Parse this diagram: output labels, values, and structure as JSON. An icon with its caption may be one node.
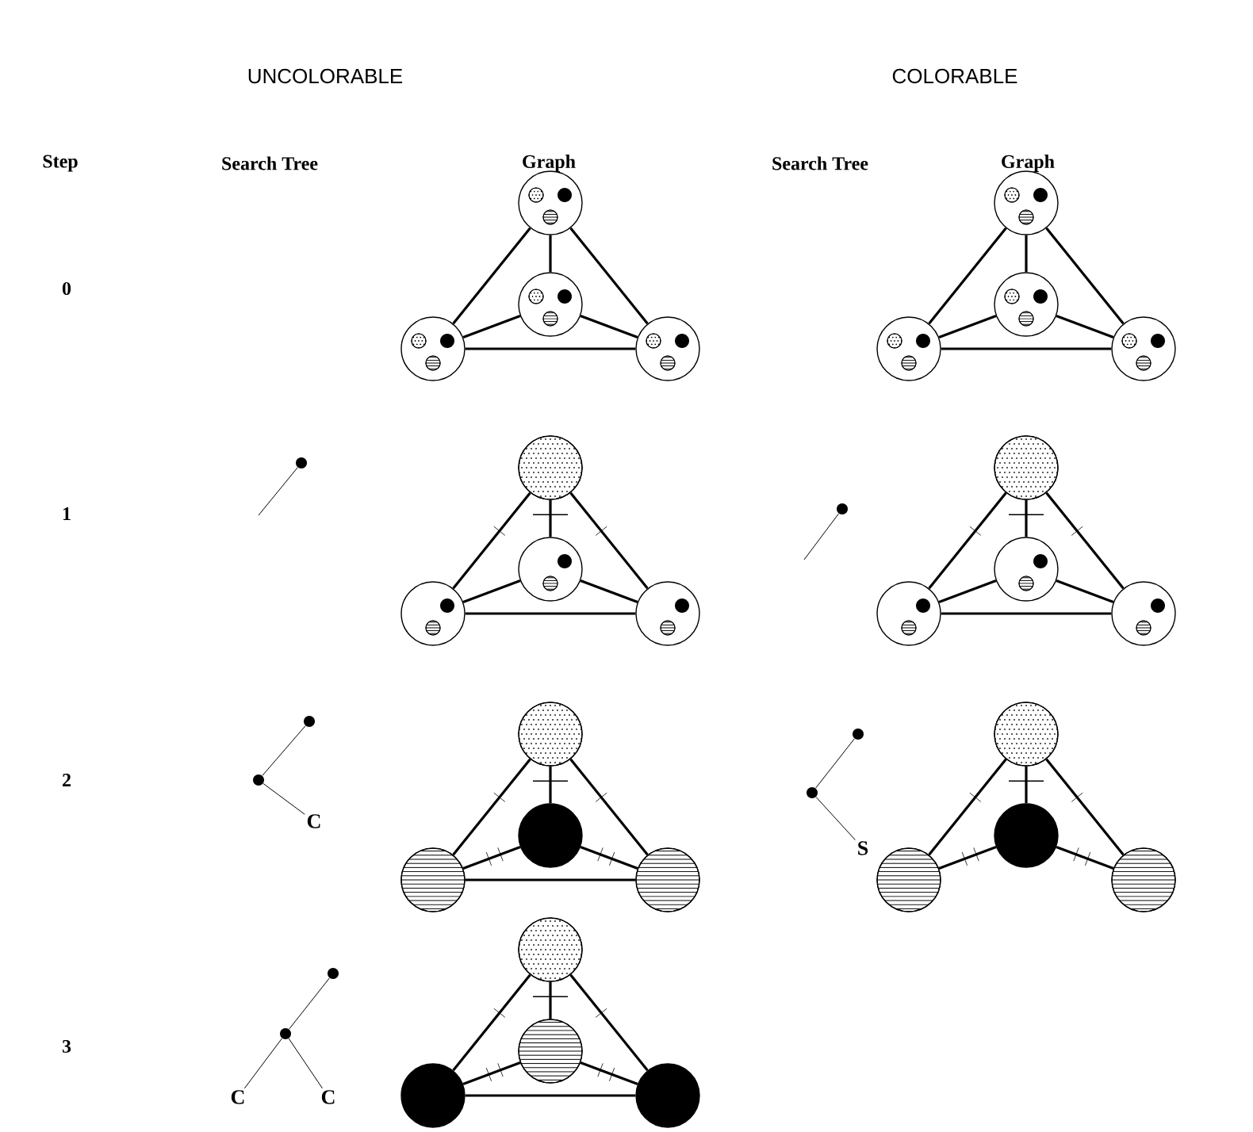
{
  "diagram": {
    "nodes": [
      {
        "text": [],
        "shape": "circle"
      },
      {
        "text": [],
        "shape": "circle"
      },
      {
        "text": [],
        "shape": "circle"
      },
      {
        "text": [],
        "shape": "circle"
      },
      {
        "text": [],
        "shape": "circle"
      },
      {
        "text": [],
        "shape": "circle"
      },
      {
        "text": [],
        "shape": "circle"
      },
      {
        "text": [],
        "shape": "circle"
      },
      {
        "text": [],
        "shape": "circle"
      },
      {
        "text": [],
        "shape": "circle"
      },
      {
        "text": [],
        "shape": "circle"
      },
      {
        "text": [],
        "shape": "circle"
      },
      {
        "text": [],
        "shape": "circle"
      },
      {
        "text": [],
        "shape": "circle"
      },
      {
        "text": [],
        "shape": "circle"
      },
      {
        "text": [],
        "shape": "circle"
      },
      {
        "text": [],
        "shape": "circle"
      },
      {
        "text": [],
        "shape": "circle"
      },
      {
        "text": [],
        "shape": "circle"
      },
      {
        "text": [],
        "shape": "circle"
      },
      {
        "text": [
          "C"
        ]
      },
      {
        "text": [],
        "shape": "circle"
      },
      {
        "text": [],
        "shape": "circle"
      },
      {
        "text": [],
        "shape": "circle"
      },
      {
        "text": [],
        "shape": "circle"
      },
      {
        "text": [],
        "shape": "circle"
      },
      {
        "text": [],
        "shape": "circle"
      },
      {
        "text": [
          "S"
        ]
      },
      {
        "text": [],
        "shape": "circle"
      },
      {
        "text": [],
        "shape": "circle"
      },
      {
        "text": [],
        "shape": "circle"
      },
      {
        "text": [],
        "shape": "circle"
      },
      {
        "text": [],
        "shape": "circle"
      },
      {
        "text": [],
        "shape": "circle"
      },
      {
        "text": [
          "C"
        ]
      },
      {
        "text": [
          "C"
        ]
      },
      {
        "text": [],
        "shape": "circle"
      },
      {
        "text": [],
        "shape": "circle"
      },
      {
        "text": [],
        "shape": "circle"
      },
      {
        "text": [],
        "shape": "circle"
      }
    ],
    "edges": [
      {
        "from": 0,
        "to": 1,
        "arrow": "none"
      },
      {
        "from": 0,
        "to": 2,
        "arrow": "none"
      },
      {
        "from": 0,
        "to": 3,
        "arrow": "none"
      },
      {
        "from": 1,
        "to": 2,
        "arrow": "none"
      },
      {
        "from": 1,
        "to": 3,
        "arrow": "none"
      },
      {
        "from": 2,
        "to": 3,
        "arrow": "none"
      },
      {
        "from": 4,
        "to": 5,
        "arrow": "none"
      },
      {
        "from": 4,
        "to": 6,
        "arrow": "none"
      },
      {
        "from": 4,
        "to": 7,
        "arrow": "none"
      },
      {
        "from": 5,
        "to": 6,
        "arrow": "none"
      },
      {
        "from": 5,
        "to": 7,
        "arrow": "none"
      },
      {
        "from": 6,
        "to": 7,
        "arrow": "none"
      },
      {
        "from": 8,
        "to": null,
        "arrow": "none"
      },
      {
        "from": 9,
        "to": 10,
        "arrow": "none"
      },
      {
        "from": 9,
        "to": 11,
        "arrow": "none"
      },
      {
        "from": 9,
        "to": 12,
        "arrow": "none"
      },
      {
        "from": 10,
        "to": 11,
        "arrow": "none"
      },
      {
        "from": 10,
        "to": 12,
        "arrow": "none"
      },
      {
        "from": 11,
        "to": 12,
        "arrow": "none"
      },
      {
        "from": 13,
        "to": null,
        "arrow": "none"
      },
      {
        "from": 14,
        "to": 15,
        "arrow": "none"
      },
      {
        "from": 14,
        "to": 16,
        "arrow": "none"
      },
      {
        "from": 14,
        "to": 17,
        "arrow": "none"
      },
      {
        "from": 15,
        "to": 16,
        "arrow": "none"
      },
      {
        "from": 15,
        "to": 17,
        "arrow": "none"
      },
      {
        "from": 16,
        "to": 17,
        "arrow": "none"
      },
      {
        "from": 18,
        "to": 19,
        "arrow": "none"
      },
      {
        "from": 19,
        "to": 20,
        "arrow": "none"
      },
      {
        "from": 21,
        "to": 22,
        "arrow": "none"
      },
      {
        "from": 21,
        "to": 23,
        "arrow": "none"
      },
      {
        "from": 21,
        "to": 24,
        "arrow": "none"
      },
      {
        "from": 22,
        "to": 23,
        "arrow": "none"
      },
      {
        "from": 22,
        "to": 24,
        "arrow": "none"
      },
      {
        "from": 23,
        "to": 24,
        "arrow": "none"
      },
      {
        "from": 25,
        "to": 26,
        "arrow": "none"
      },
      {
        "from": 26,
        "to": 27,
        "arrow": "none"
      },
      {
        "from": 28,
        "to": 29,
        "arrow": "none"
      },
      {
        "from": 28,
        "to": 30,
        "arrow": "none"
      },
      {
        "from": 28,
        "to": 31,
        "arrow": "none"
      },
      {
        "from": 29,
        "to": 30,
        "arrow": "none"
      },
      {
        "from": 29,
        "to": 31,
        "arrow": "none"
      },
      {
        "from": 32,
        "to": 33,
        "arrow": "none"
      },
      {
        "from": 33,
        "to": 34,
        "arrow": "none"
      },
      {
        "from": 33,
        "to": 35,
        "arrow": "none"
      },
      {
        "from": 36,
        "to": 37,
        "arrow": "none"
      },
      {
        "from": 36,
        "to": 38,
        "arrow": "none"
      },
      {
        "from": 36,
        "to": 39,
        "arrow": "none"
      },
      {
        "from": 37,
        "to": 38,
        "arrow": "none"
      },
      {
        "from": 37,
        "to": 39,
        "arrow": "none"
      },
      {
        "from": 38,
        "to": 39,
        "arrow": "none"
      }
    ],
    "labels": [
      "UNCOLORABLE",
      "COLORABLE",
      "Step",
      "Search Tree",
      "Graph",
      "Search Tree",
      "Graph",
      "0",
      "1",
      "2",
      "3"
    ]
  }
}
